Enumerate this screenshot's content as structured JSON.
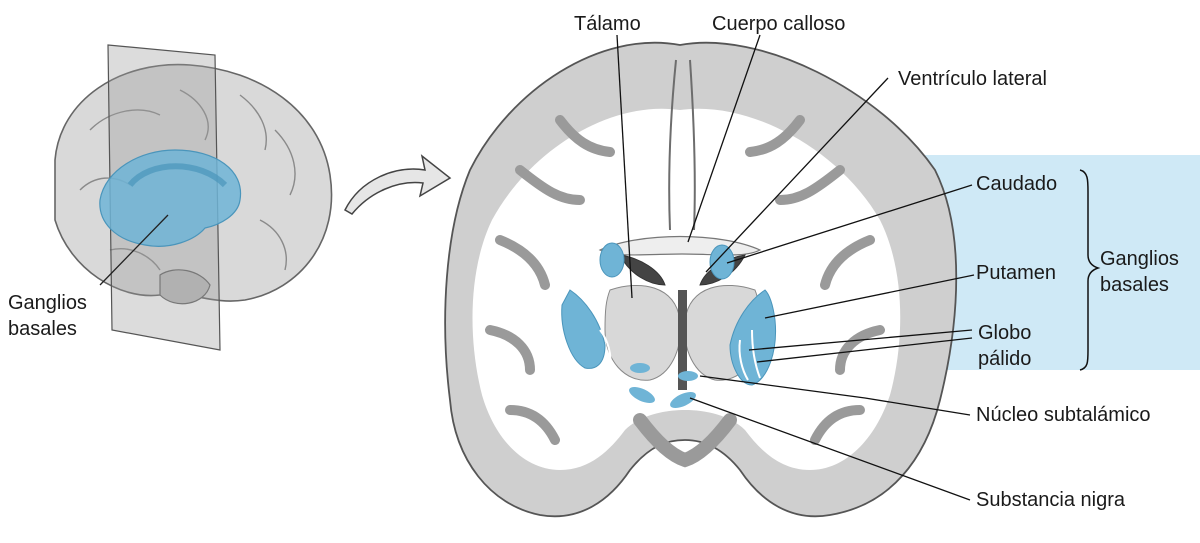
{
  "left_figure": {
    "label_line1": "Ganglios",
    "label_line2": "basales"
  },
  "labels": {
    "talamo": "Tálamo",
    "cuerpo_calloso": "Cuerpo calloso",
    "ventriculo_lateral": "Ventrículo lateral",
    "caudado": "Caudado",
    "putamen": "Putamen",
    "globo_line1": "Globo",
    "globo_line2": "pálido",
    "nucleo_subtalamico": "Núcleo subtalámico",
    "substancia_nigra": "Substancia nigra"
  },
  "group": {
    "line1": "Ganglios",
    "line2": "basales"
  },
  "colors": {
    "highlight": "#6fb4d6",
    "panel": "#cfe9f6",
    "white_matter": "#ffffff",
    "gray_matter": "#d4d4d4",
    "brain_outline": "#555555"
  }
}
